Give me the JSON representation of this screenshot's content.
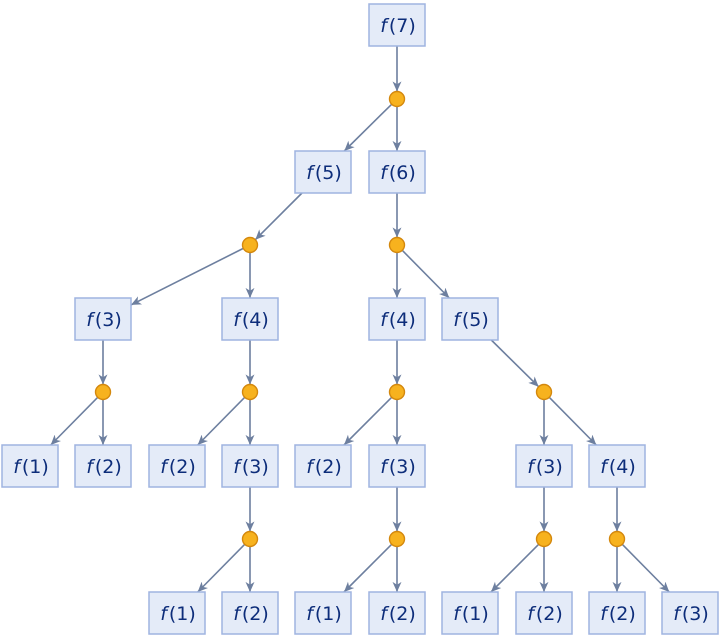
{
  "diagram": {
    "nodes": [
      {
        "id": "n7",
        "fn": "f",
        "arg": "(7)"
      },
      {
        "id": "n5a",
        "fn": "f",
        "arg": "(5)"
      },
      {
        "id": "n6",
        "fn": "f",
        "arg": "(6)"
      },
      {
        "id": "n3a",
        "fn": "f",
        "arg": "(3)"
      },
      {
        "id": "n4a",
        "fn": "f",
        "arg": "(4)"
      },
      {
        "id": "n4b",
        "fn": "f",
        "arg": "(4)"
      },
      {
        "id": "n5b",
        "fn": "f",
        "arg": "(5)"
      },
      {
        "id": "n1a",
        "fn": "f",
        "arg": "(1)"
      },
      {
        "id": "n2a",
        "fn": "f",
        "arg": "(2)"
      },
      {
        "id": "n2b",
        "fn": "f",
        "arg": "(2)"
      },
      {
        "id": "n3b",
        "fn": "f",
        "arg": "(3)"
      },
      {
        "id": "n2c",
        "fn": "f",
        "arg": "(2)"
      },
      {
        "id": "n3c",
        "fn": "f",
        "arg": "(3)"
      },
      {
        "id": "n3d",
        "fn": "f",
        "arg": "(3)"
      },
      {
        "id": "n4c",
        "fn": "f",
        "arg": "(4)"
      },
      {
        "id": "n1b",
        "fn": "f",
        "arg": "(1)"
      },
      {
        "id": "n2d",
        "fn": "f",
        "arg": "(2)"
      },
      {
        "id": "n1c",
        "fn": "f",
        "arg": "(1)"
      },
      {
        "id": "n2e",
        "fn": "f",
        "arg": "(2)"
      },
      {
        "id": "n1d",
        "fn": "f",
        "arg": "(1)"
      },
      {
        "id": "n2f",
        "fn": "f",
        "arg": "(2)"
      },
      {
        "id": "n2g",
        "fn": "f",
        "arg": "(2)"
      },
      {
        "id": "n3e",
        "fn": "f",
        "arg": "(3)"
      }
    ],
    "joins": [
      {
        "id": "j7",
        "from": "n7",
        "to": [
          "n5a",
          "n6"
        ]
      },
      {
        "id": "j5a",
        "from": "n5a",
        "to": [
          "n3a",
          "n4a"
        ]
      },
      {
        "id": "j6",
        "from": "n6",
        "to": [
          "n4b",
          "n5b"
        ]
      },
      {
        "id": "j3a",
        "from": "n3a",
        "to": [
          "n1a",
          "n2a"
        ]
      },
      {
        "id": "j4a",
        "from": "n4a",
        "to": [
          "n2b",
          "n3b"
        ]
      },
      {
        "id": "j4b",
        "from": "n4b",
        "to": [
          "n2c",
          "n3c"
        ]
      },
      {
        "id": "j5b",
        "from": "n5b",
        "to": [
          "n3d",
          "n4c"
        ]
      },
      {
        "id": "j3b",
        "from": "n3b",
        "to": [
          "n1b",
          "n2d"
        ]
      },
      {
        "id": "j3c",
        "from": "n3c",
        "to": [
          "n1c",
          "n2e"
        ]
      },
      {
        "id": "j3d",
        "from": "n3d",
        "to": [
          "n1d",
          "n2f"
        ]
      },
      {
        "id": "j4c",
        "from": "n4c",
        "to": [
          "n2g",
          "n3e"
        ]
      }
    ],
    "colors": {
      "box_fill": "#e4ebf8",
      "box_stroke": "#9fb4e0",
      "text": "#0d2d7a",
      "join_fill": "#f7b21e",
      "join_stroke": "#d4880d",
      "edge": "#6d7f9f"
    }
  }
}
